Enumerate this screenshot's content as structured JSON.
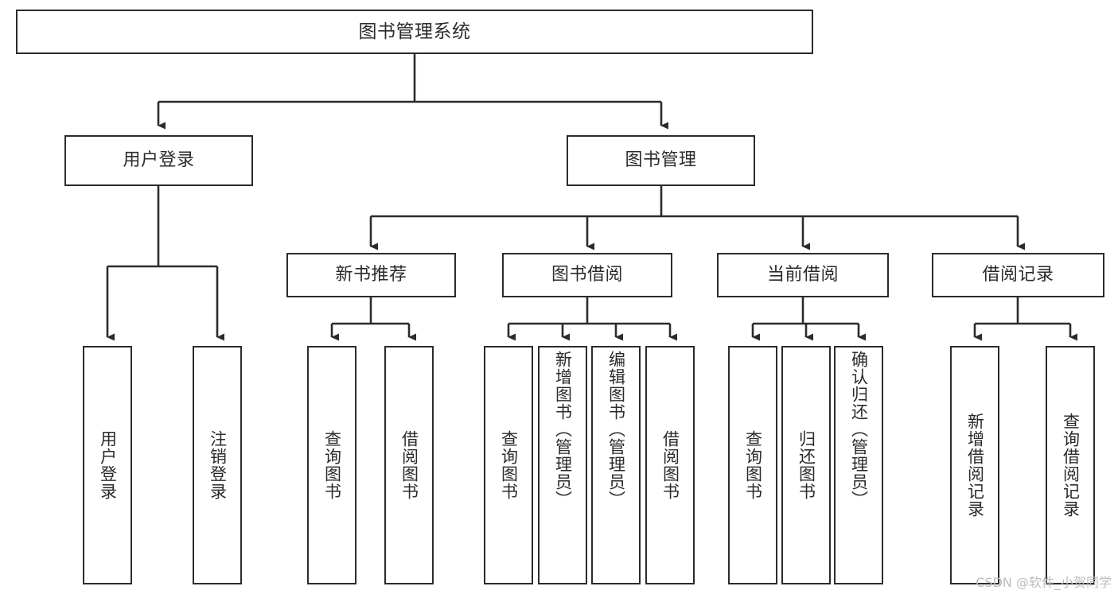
{
  "diagram": {
    "type": "tree-hierarchy",
    "title": "图书管理系统",
    "watermark": "CSDN @软件_小贺同学",
    "colors": {
      "box_border": "#2b2b2b",
      "box_fill": "#ffffff",
      "connector": "#2b2b2b",
      "background": "#ffffff",
      "watermark": "#bdbdbd"
    },
    "root": {
      "label": "图书管理系统"
    },
    "level2": [
      {
        "label": "用户登录"
      },
      {
        "label": "图书管理"
      }
    ],
    "level3": [
      {
        "label": "新书推荐"
      },
      {
        "label": "图书借阅"
      },
      {
        "label": "当前借阅"
      },
      {
        "label": "借阅记录"
      }
    ],
    "leaves": {
      "user_login": [
        {
          "label": "用户登录"
        },
        {
          "label": "注销登录"
        }
      ],
      "new_book_recommend": [
        {
          "label": "查询图书"
        },
        {
          "label": "借阅图书"
        }
      ],
      "book_borrow": [
        {
          "label": "查询图书"
        },
        {
          "label": "新增图书（管理员）"
        },
        {
          "label": "编辑图书（管理员）"
        },
        {
          "label": "借阅图书"
        }
      ],
      "current_borrow": [
        {
          "label": "查询图书"
        },
        {
          "label": "归还图书"
        },
        {
          "label": "确认归还（管理员）"
        }
      ],
      "borrow_record": [
        {
          "label": "新增借阅记录"
        },
        {
          "label": "查询借阅记录"
        }
      ]
    }
  }
}
